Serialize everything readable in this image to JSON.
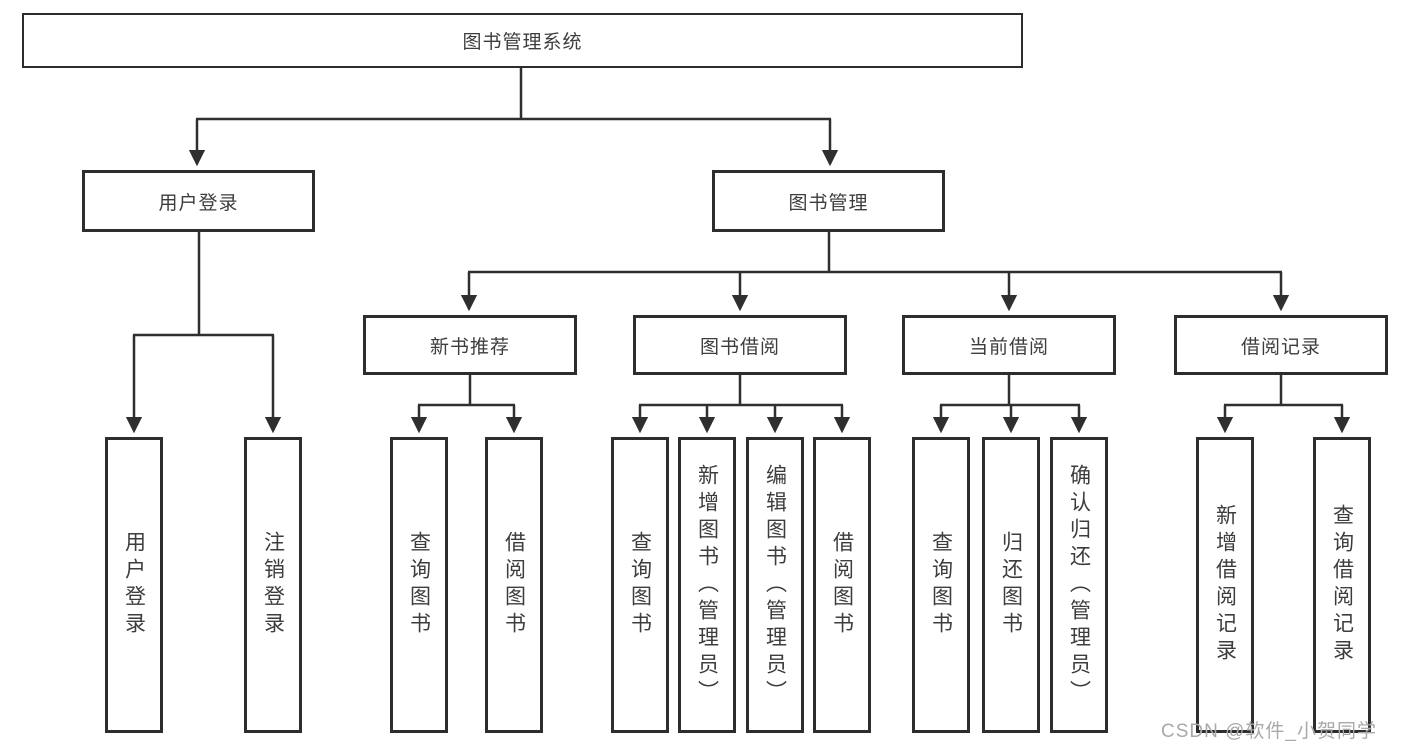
{
  "diagram": {
    "title_node": {
      "label": "图书管理系统"
    },
    "level2": [
      {
        "label": "用户登录"
      },
      {
        "label": "图书管理"
      }
    ],
    "level3": [
      {
        "label": "新书推荐"
      },
      {
        "label": "图书借阅"
      },
      {
        "label": "当前借阅"
      },
      {
        "label": "借阅记录"
      }
    ],
    "leaves": {
      "user_login": [
        "用户登录",
        "注销登录"
      ],
      "new_book": [
        "查询图书",
        "借阅图书"
      ],
      "book_borrow": [
        "查询图书",
        "新增图书（管理员）",
        "编辑图书（管理员）",
        "借阅图书"
      ],
      "current_borrow": [
        "查询图书",
        "归还图书",
        "确认归还（管理员）"
      ],
      "borrow_record": [
        "新增借阅记录",
        "查询借阅记录"
      ]
    }
  },
  "watermark": {
    "text": "CSDN @软件_小贺同学"
  },
  "colors": {
    "line": "#2f2f2f",
    "border": "#2d2d2d",
    "text": "#3d3d3d",
    "watermark": "#a9a9a9",
    "background": "#ffffff"
  }
}
